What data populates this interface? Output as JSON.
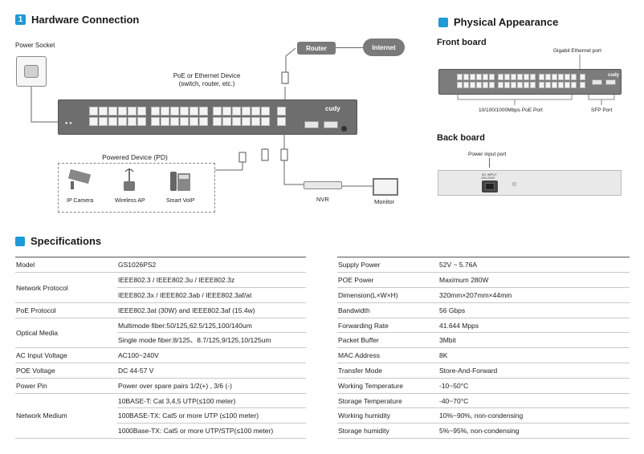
{
  "hardware": {
    "badge": "1",
    "title": "Hardware Connection",
    "power_socket": "Power Socket",
    "router": "Router",
    "internet": "Internet",
    "poe_device_line1": "PoE or Ethernet Device",
    "poe_device_line2": "(switch, router, etc.)",
    "powered_device": "Powered Device (PD)",
    "ip_camera": "IP Camera",
    "wireless_ap": "Wireless AP",
    "smart_voip": "Smart VoIP",
    "nvr": "NVR",
    "monitor": "Monitor",
    "brand": "cudy"
  },
  "physical": {
    "title": "Physical Appearance",
    "front_board": "Front board",
    "gigabit_port": "Gigabit Ethernet port",
    "poe_port": "10/100/1000Mbps PoE Port",
    "sfp_port": "SFP Port",
    "back_board": "Back board",
    "power_input_port": "Power input port",
    "ac_label": "AC INPUT",
    "ac_range": "100-240V"
  },
  "specs": {
    "title": "Specifications",
    "left": [
      [
        "Model",
        "GS1026PS2"
      ],
      [
        "Network Protocol",
        "IEEE802.3 / IEEE802.3u / IEEE802.3z"
      ],
      [
        "",
        "IEEE802.3x / IEEE802.3ab / IEEE802.3af/at"
      ],
      [
        "PoE Protocol",
        "IEEE802.3at (30W) and IEEE802.3af (15.4w)"
      ],
      [
        "Optical Media",
        "Multimode fiber:50/125,62.5/125,100/140um"
      ],
      [
        "",
        "Single mode fiber:8/125、8.7/125,9/125,10/125um"
      ],
      [
        "AC Input Voltage",
        "AC100~240V"
      ],
      [
        "POE Voltage",
        "DC 44-57 V"
      ],
      [
        "Power Pin",
        "Power over spare pairs 1/2(+) , 3/6 (-)"
      ],
      [
        "Network Medium",
        "10BASE-T: Cat 3,4,5 UTP(≤100 meter)"
      ],
      [
        "",
        "100BASE-TX: Cat5 or more UTP (≤100 meter)"
      ],
      [
        "",
        "1000Base-TX: Cat5 or more UTP/STP(≤100 meter)"
      ]
    ],
    "right": [
      [
        "Supply Power",
        "52V ~ 5.76A"
      ],
      [
        "POE Power",
        "Maximum 280W"
      ],
      [
        "Dimension(L×W×H)",
        "320mm×207mm×44mm"
      ],
      [
        "Bandwidth",
        "56 Gbps"
      ],
      [
        "Forwarding Rate",
        "41.644 Mpps"
      ],
      [
        "Packet Buffer",
        "3Mbit"
      ],
      [
        "MAC Address",
        "8K"
      ],
      [
        "Transfer Mode",
        "Store-And-Forward"
      ],
      [
        "Working Temperature",
        "-10~50°C"
      ],
      [
        "Storage Temperature",
        "-40~70°C"
      ],
      [
        "Working humidity",
        "10%~90%, non-condensing"
      ],
      [
        "Storage humidity",
        "5%~95%, non-condensing"
      ]
    ]
  }
}
